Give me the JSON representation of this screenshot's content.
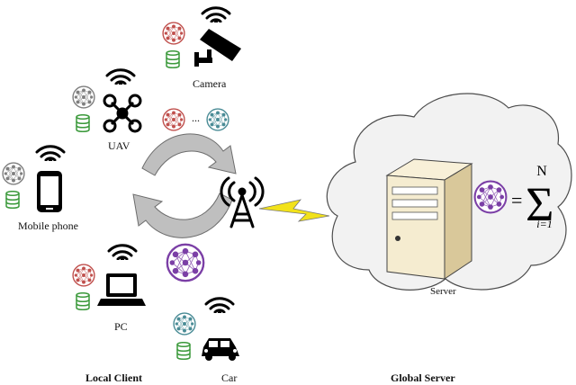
{
  "devices": {
    "camera": "Camera",
    "uav": "UAV",
    "mobile_phone": "Mobile phone",
    "pc": "PC",
    "car": "Car"
  },
  "server": {
    "label": "Server",
    "formula_upper": "N",
    "formula_lower": "i=1"
  },
  "model_ellipsis": "...",
  "sections": {
    "local": "Local Client",
    "global": "Global Server"
  },
  "colors": {
    "red_model": "#c0504d",
    "gray_model": "#7f7f7f",
    "teal_model": "#4a8c96",
    "purple_model": "#7b3fa6",
    "database": "#3c9a3c",
    "lightning": "#f2e21a",
    "server_body": "#f5ecd0"
  }
}
